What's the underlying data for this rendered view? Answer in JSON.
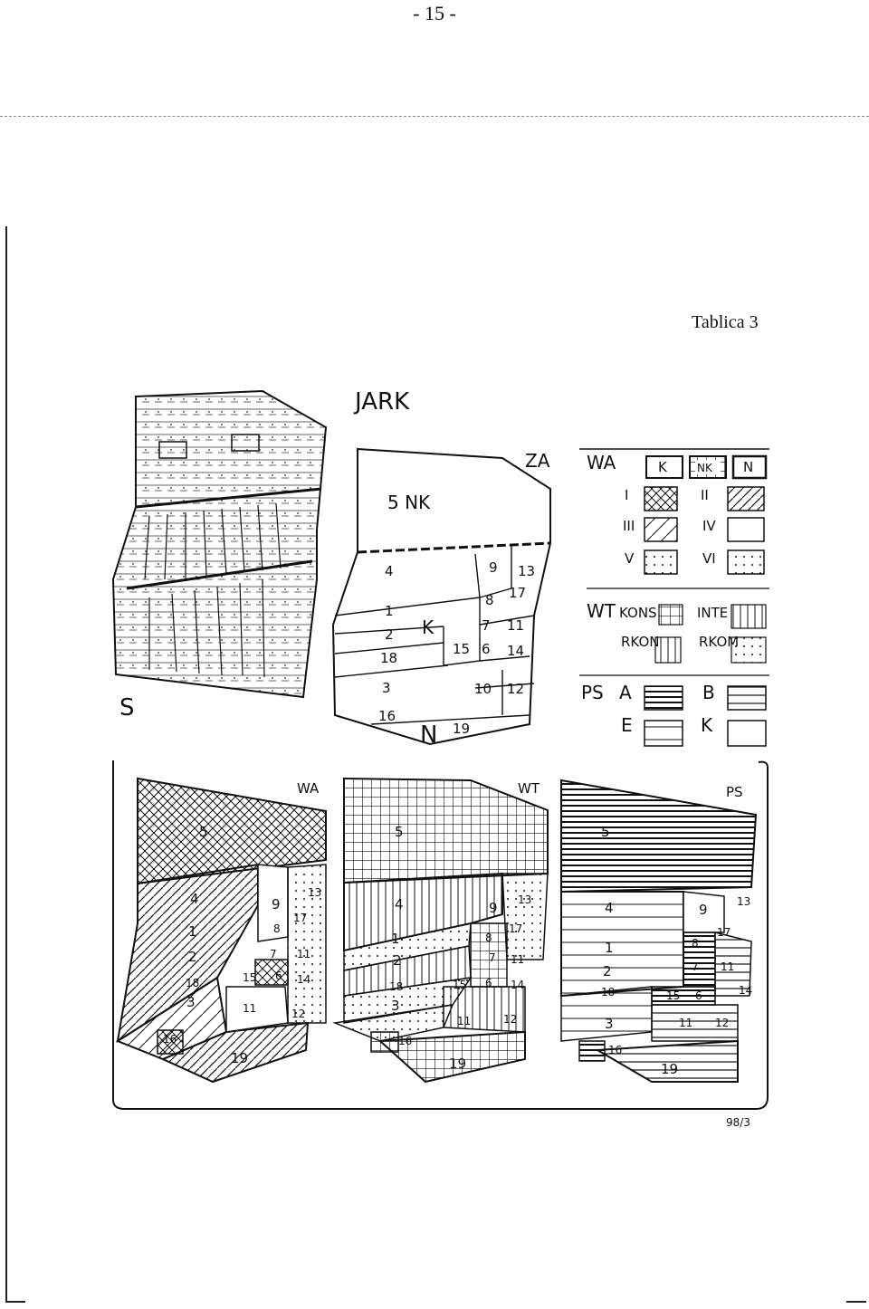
{
  "page_number": "- 15 -",
  "table_label": "Tablica 3",
  "map": {
    "title": "JARK",
    "side_label": "S",
    "zone_labels": {
      "za": "ZA",
      "n": "N",
      "k": "K",
      "nk": "5 NK"
    },
    "parcels": {
      "p4": "4",
      "p1": "1",
      "p2": "2",
      "p18": "18",
      "p3": "3",
      "p16": "16",
      "p19": "19",
      "p9": "9",
      "p13": "13",
      "p8": "8",
      "p17": "17",
      "p7": "7",
      "p11": "11",
      "p15": "15",
      "p6": "6",
      "p14": "14",
      "p10": "10",
      "p12": "12"
    }
  },
  "legend": {
    "wa": {
      "label": "WA",
      "k": "K",
      "nk": "NK",
      "n": "N",
      "classes": [
        "I",
        "II",
        "III",
        "IV",
        "V",
        "VI"
      ]
    },
    "wt": {
      "label": "WT",
      "kons": "KONS",
      "inte": "INTE",
      "rkon": "RKON",
      "rkom": "RKOM"
    },
    "ps": {
      "label": "PS",
      "a": "A",
      "b": "B",
      "e": "E",
      "k": "K"
    }
  },
  "panels": [
    {
      "title": "WA",
      "labels": {
        "p5": "5",
        "p4": "4",
        "p9": "9",
        "p13": "13",
        "p8": "8",
        "p17": "17",
        "p1": "1",
        "p7": "7",
        "p11": "11",
        "p2": "2",
        "p18": "18",
        "p15": "15",
        "p6": "6",
        "p14": "14",
        "p3": "3",
        "p16": "16",
        "p19": "19",
        "p12": "12"
      }
    },
    {
      "title": "WT",
      "labels": {
        "p5": "5",
        "p4": "4",
        "p9": "9",
        "p13": "13",
        "p8": "8",
        "p17": "17",
        "p1": "1",
        "p7": "7",
        "p11": "11",
        "p2": "2",
        "p18": "18",
        "p15": "15",
        "p6": "6",
        "p14": "14",
        "p3": "3",
        "p16": "16",
        "p19": "19",
        "p12": "12"
      }
    },
    {
      "title": "PS",
      "labels": {
        "p5": "5",
        "p4": "4",
        "p9": "9",
        "p13": "13",
        "p8": "8",
        "p17": "17",
        "p1": "1",
        "p7": "7",
        "p11": "11",
        "p2": "2",
        "p18": "18",
        "p15": "15",
        "p6": "6",
        "p14": "14",
        "p3": "3",
        "p16": "16",
        "p19": "19",
        "p12": "12"
      }
    }
  ],
  "footnote": "98/3"
}
